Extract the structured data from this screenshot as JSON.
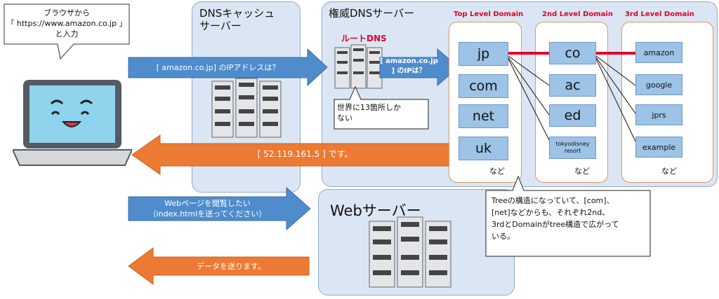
{
  "browser_callout": {
    "line1": "ブラウザから",
    "line2": "「 https://www.amazon.co.jp 」",
    "line3": "と入力"
  },
  "dns_cache": {
    "title_line1": "DNSキャッシュ",
    "title_line2": "サーバー"
  },
  "authoritative": {
    "title": "権威DNSサーバー",
    "root_label": "ルートDNS",
    "root_note_line1": "世界に13箇所しか",
    "root_note_line2": "ない"
  },
  "levels": {
    "top": "Top Level Domain",
    "second": "2nd Level Domain",
    "third": "3rd Level Domain"
  },
  "tld_nodes": [
    "jp",
    "com",
    "net",
    "uk"
  ],
  "sld_nodes": [
    "co",
    "ac",
    "ed",
    "tokyodisney resort"
  ],
  "third_nodes": [
    "amazon",
    "google",
    "jprs",
    "example"
  ],
  "etc_label": "など",
  "arrows": {
    "query": "[ amazon.co.jp] のIPアドレスは？",
    "root_query_line1": "[ amazon.co.jp",
    "root_query_line2": "] のIPは？",
    "answer": "[ 52.119.161.5 ] です。",
    "web_request_line1": "Webページを閲覧したい",
    "web_request_line2": "（index.htmlを送ってください）",
    "web_response": "データを送ります。"
  },
  "web_server": {
    "title": "Webサーバー"
  },
  "tree_note": {
    "line1": "Treeの構造になっていて、[com]、",
    "line2": "[net]などからも、それぞれ2nd、",
    "line3": "3rdとDomainがtree構造で広がって",
    "line4": "いる。"
  },
  "colors": {
    "panel": "#dbe6f4",
    "node": "#9dc3e6",
    "arrow_blue": "#4f8ccc",
    "arrow_orange": "#ec7a33",
    "red": "#e0002a"
  }
}
